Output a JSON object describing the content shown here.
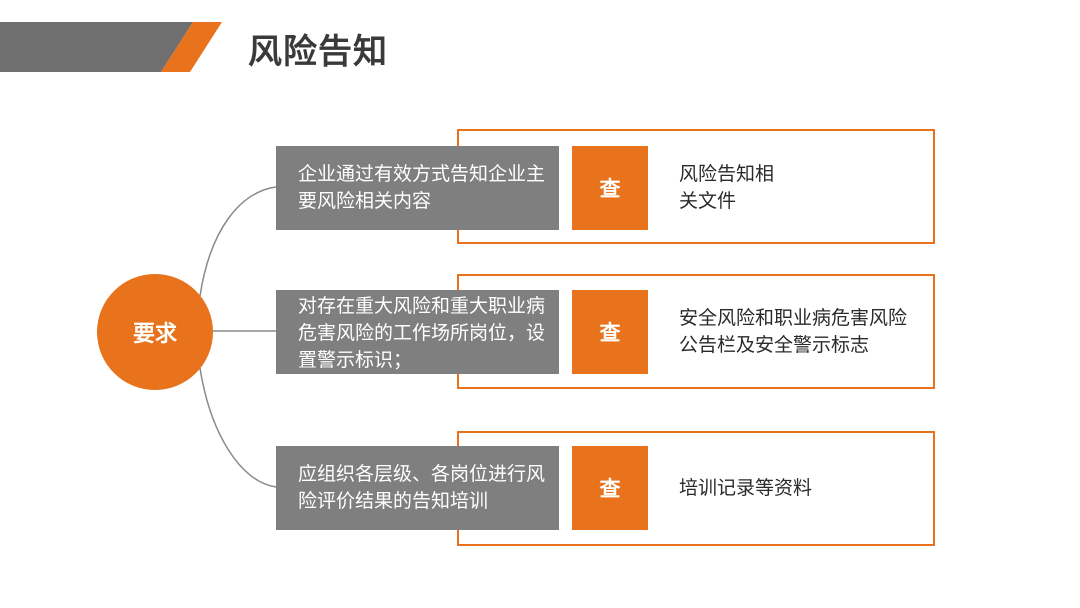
{
  "title": "风险告知",
  "center_label": "要求",
  "rows": [
    {
      "requirement": "企业通过有效方式告知企业主要风险相关内容",
      "check_label": "查",
      "result": "风险告知相关文件"
    },
    {
      "requirement": "对存在重大风险和重大职业病危害风险的工作场所岗位，设置警示标识；",
      "check_label": "查",
      "result": "安全风险和职业病危害风险公告栏及安全警示标志"
    },
    {
      "requirement": "应组织各层级、各岗位进行风险评价结果的告知培训",
      "check_label": "查",
      "result": "培训记录等资料"
    }
  ],
  "colors": {
    "accent": "#e8731c",
    "gray": "#7f7f7f",
    "title_gray": "#6f6f6f"
  }
}
